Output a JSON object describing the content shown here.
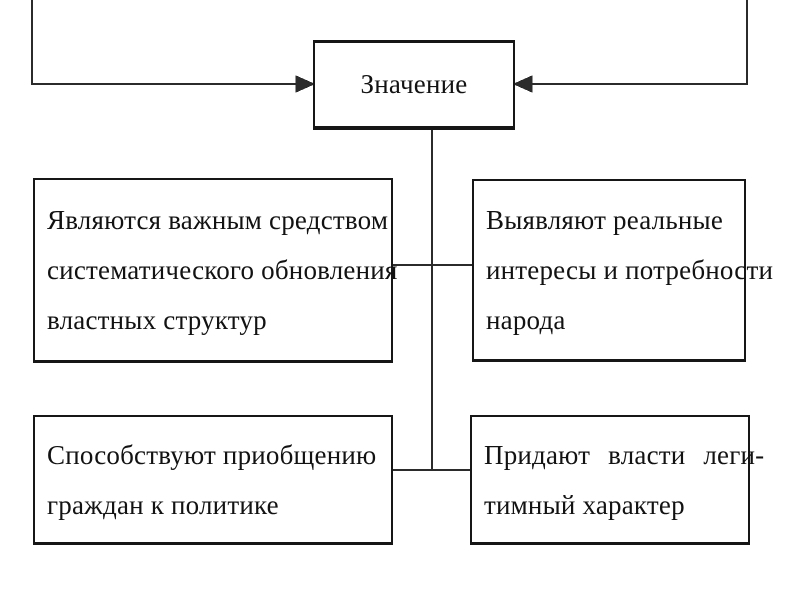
{
  "diagram": {
    "colors": {
      "background": "#ffffff",
      "line_color": "#2b2b2b",
      "border_color": "#161616",
      "text_color": "#121212"
    },
    "center_box": {
      "label": "Значение"
    },
    "boxes": [
      {
        "name": "renewal-of-power-structures",
        "lines": [
          "Являются важным средством",
          "систематического обновления",
          "властных структур"
        ]
      },
      {
        "name": "reveal-real-interests",
        "lines": [
          "Выявляют реальные",
          "интересы и потребности",
          "народа"
        ]
      },
      {
        "name": "citizen-involvement-in-politics",
        "lines": [
          "Способствуют приобщению",
          "граждан к политике"
        ]
      },
      {
        "name": "legitimize-power",
        "lines": [
          "Придают власти леги-",
          "тимный характер"
        ]
      }
    ]
  }
}
